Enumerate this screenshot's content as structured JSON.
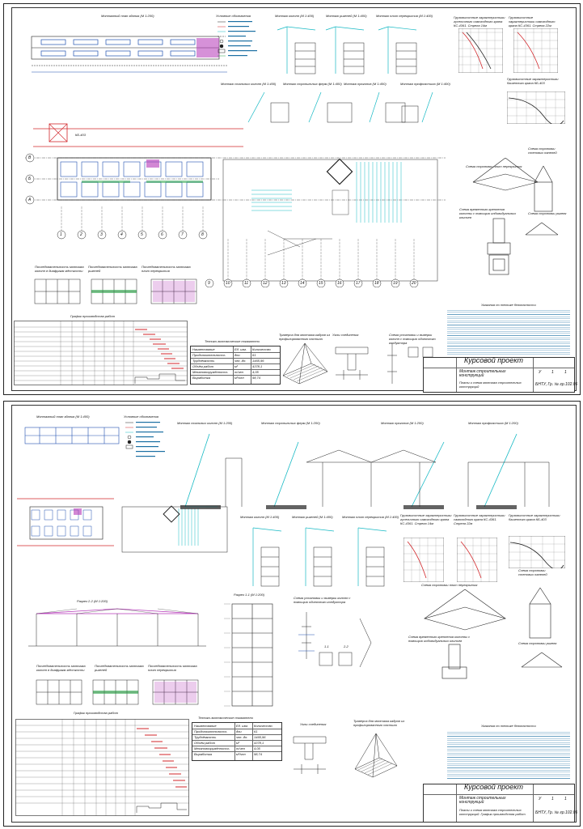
{
  "sheet1": {
    "title_block": {
      "main": "Курсовой проект",
      "subtitle": "Монтаж строительных конструкций",
      "content": "Планы и схема монтажа строительных конструкций",
      "stage": "У",
      "sheet_no": "1",
      "sheets": "1",
      "org": "БНТУ, Гр. № гр.102.05"
    },
    "labels": {
      "plan": "Монтажный план здания (М 1:200)",
      "legend": "Условные обозначения",
      "cols": "Монтаж колонн (М 1:400)",
      "beams": "Монтаж ригелей (М 1:400)",
      "slabs": "Монтаж плит перекрытия (М 1:400)",
      "crane1": "Грузовысотные характеристики гусеничного самоходного крана КС-4361. Стрела 14м",
      "crane2": "Грузовысотные характеристики самоходного крана КС-4361. Стрела 22м",
      "crane3": "Грузовысотные характеристики башенного крана КБ-403",
      "steel_cols": "Монтаж стальных колонн (М 1:400)",
      "trusses": "Монтаж стропильных ферм (М 1:400)",
      "girders": "Монтаж прогонов (М 1:400)",
      "purlins": "Монтаж профнастила (М 1:400)",
      "sling_slab": "Схема строповки плит перекрытия",
      "sling_panel": "Схема строповки стеновых панелей",
      "sling_beam": "Схема строповки ригеля",
      "temp_fix": "Схема временного крепления колонны с помощью индивидуальных клиньев",
      "seq1": "Последовательность монтажа колонн в диафрагм жёсткости",
      "seq2": "Последовательность монтажа ригелей",
      "seq3": "Последовательность монтажа плит перекрытия",
      "schedule": "График производства работ",
      "tep": "Технико-экономические показатели",
      "traverse": "Траверса для монтажа кадров из профилированного настила",
      "nodes": "Узлы соединения",
      "verify": "Схема установки и выверки колонн с помощью одиночного кондуктора",
      "safety": "Указания по технике безопасности",
      "crane": "КБ-403",
      "axis_a": "А",
      "axis_b": "Б",
      "axis_v": "В"
    },
    "axes_top": [
      "1",
      "2",
      "3",
      "4",
      "5",
      "6",
      "7",
      "8"
    ],
    "axes_bottom": [
      "9",
      "10",
      "11",
      "12",
      "13",
      "14",
      "15",
      "16",
      "17",
      "18",
      "19",
      "20"
    ],
    "tep_rows": [
      [
        "Наименование",
        "Ед. изм.",
        "Количество"
      ],
      [
        "Продолжительность",
        "дни",
        "61"
      ],
      [
        "Трудоёмкость",
        "чел.-дн.",
        "1465,96"
      ],
      [
        "Объём работ",
        "м³",
        "4378,1"
      ],
      [
        "Механовооружённость",
        "т/чел",
        "4,05"
      ],
      [
        "Выработка",
        "м³/чел",
        "98,74"
      ]
    ]
  },
  "sheet2": {
    "title_block": {
      "main": "Курсовой проект",
      "subtitle": "Монтаж строительных конструкций",
      "content": "Планы и схема монтажа строительных конструкций. График производства работ",
      "stage": "У",
      "sheet_no": "1",
      "sheets": "1",
      "org": "БНТУ, Гр. № гр.102.05"
    },
    "labels": {
      "plan": "Монтажный план здания (М 1:400)",
      "legend": "Условные обозначения",
      "steel_cols": "Монтаж стальных колонн (М 1:200)",
      "trusses": "Монтаж стропильных ферм (М 1:200)",
      "girders": "Монтаж прогонов (М 1:200)",
      "purlins": "Монтаж профнастила (М 1:200)",
      "cols": "Монтаж колонн (М 1:400)",
      "beams": "Монтаж ригелей (М 1:400)",
      "slabs": "Монтаж плит перекрытия (М 1:400)",
      "crane1": "Грузовысотные характеристики гусеничного самоходного крана КС-4361. Стрела 14м",
      "crane2": "Грузовысотные характеристики самоходного крана КС-4361. Стрела 22м",
      "crane3": "Грузовысотные характеристики башенного крана КБ-403",
      "section22": "Разрез 2-2 (М 1:200)",
      "section11": "Разрез 1-1 (М 1:200)",
      "verify": "Схема установки и выверки колонн с помощью одиночного кондуктора",
      "sling_slab": "Схема строповки плит перекрытия",
      "sling_panel": "Схема строповки стеновых панелей",
      "temp_fix": "Схема временного крепления колонны с помощью индивидуальных клиньев",
      "sling_beam": "Схема строповки ригеля",
      "seq1": "Последовательность монтажа колонн в диафрагм жёсткости",
      "seq2": "Последовательность монтажа ригелей",
      "seq3": "Последовательность монтажа плит перекрытия",
      "schedule": "График производства работ",
      "tep": "Технико-экономические показатели",
      "nodes": "Узлы соединения",
      "traverse": "Траверса для монтажа кадров из профилированного настила",
      "safety": "Указания по технике безопасности",
      "cut1": "1-1",
      "cut2": "2-2"
    }
  },
  "colors": {
    "cyan": "#16b9c4",
    "magenta": "#b437b8",
    "red": "#d2262a",
    "blue": "#2050b0",
    "green": "#2da64a",
    "line": "#222222"
  }
}
